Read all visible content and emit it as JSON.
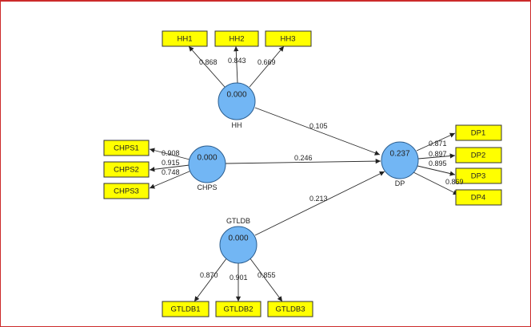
{
  "constructs": {
    "hh": {
      "name": "HH",
      "value": "0.000"
    },
    "chps": {
      "name": "CHPS",
      "value": "0.000"
    },
    "gtldb": {
      "name": "GTLDB",
      "value": "0.000"
    },
    "dp": {
      "name": "DP",
      "value": "0.237"
    }
  },
  "indicators": {
    "hh1": "HH1",
    "hh2": "HH2",
    "hh3": "HH3",
    "chps1": "CHPS1",
    "chps2": "CHPS2",
    "chps3": "CHPS3",
    "gtldb1": "GTLDB1",
    "gtldb2": "GTLDB2",
    "gtldb3": "GTLDB3",
    "dp1": "DP1",
    "dp2": "DP2",
    "dp3": "DP3",
    "dp4": "DP4"
  },
  "paths": {
    "hh_dp": "0.105",
    "chps_dp": "0.246",
    "gtldb_dp": "0.213"
  },
  "loadings": {
    "hh1": "0.868",
    "hh2": "0.843",
    "hh3": "0.669",
    "chps1": "0.908",
    "chps2": "0.915",
    "chps3": "0.748",
    "gtldb1": "0.870",
    "gtldb2": "0.901",
    "gtldb3": "0.855",
    "dp1": "0.871",
    "dp2": "0.897",
    "dp3": "0.895",
    "dp4": "0.869"
  }
}
